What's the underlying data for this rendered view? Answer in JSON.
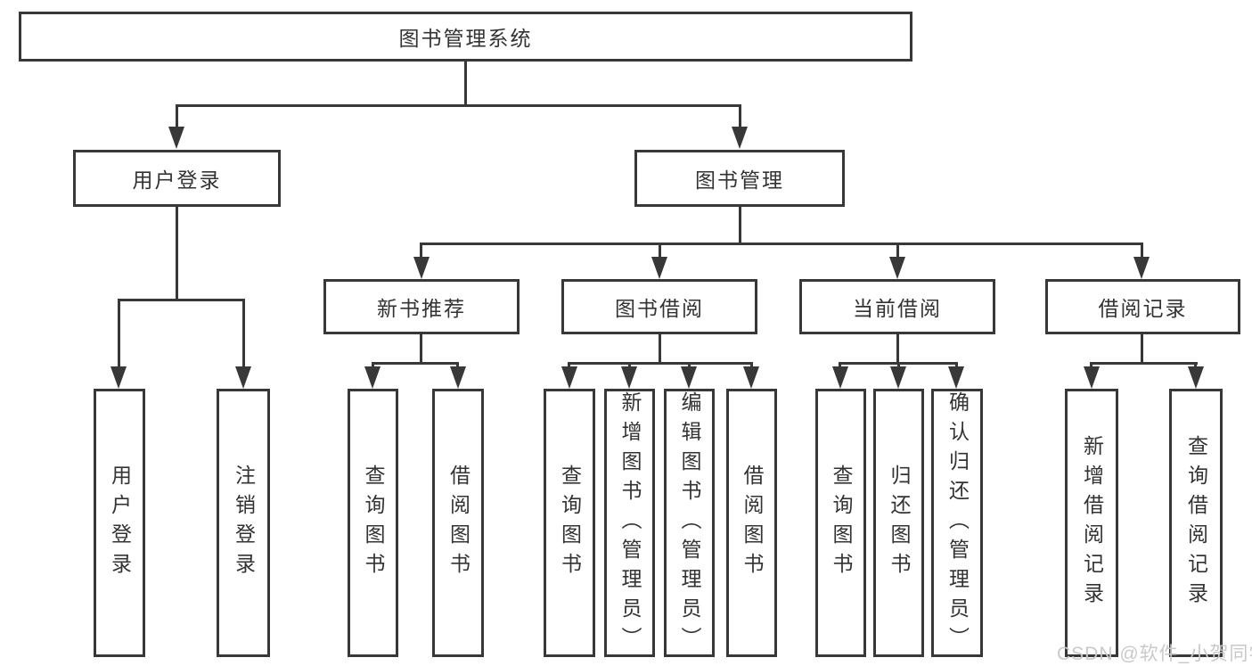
{
  "colors": {
    "line": "#383838",
    "text": "#333333",
    "box_background": "#ffffff",
    "watermark": "#c9c9c9",
    "page_background": "#ffffff"
  },
  "watermark": {
    "text": "CSDN @软件_小贺同学"
  },
  "diagram": {
    "root": {
      "label": "图书管理系统"
    },
    "branches": [
      {
        "label": "用户登录",
        "children": [
          "用户登录",
          "注销登录"
        ]
      },
      {
        "label": "图书管理",
        "children": [
          {
            "label": "新书推荐",
            "children": [
              "查询图书",
              "借阅图书"
            ]
          },
          {
            "label": "图书借阅",
            "children": [
              "查询图书",
              "新增图书（管理员）",
              "编辑图书（管理员）",
              "借阅图书"
            ]
          },
          {
            "label": "当前借阅",
            "children": [
              "查询图书",
              "归还图书",
              "确认归还（管理员）"
            ]
          },
          {
            "label": "借阅记录",
            "children": [
              "新增借阅记录",
              "查询借阅记录"
            ]
          }
        ]
      }
    ]
  }
}
